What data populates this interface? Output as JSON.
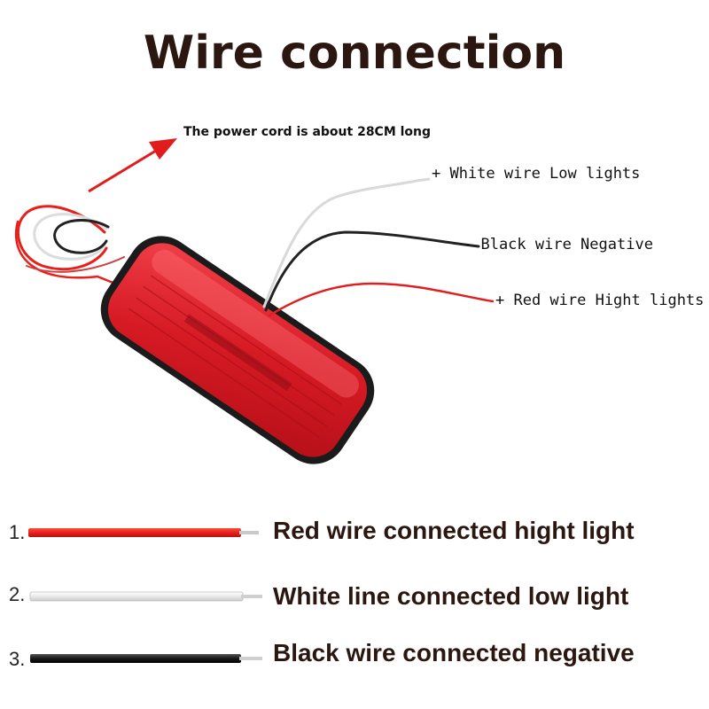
{
  "title": "Wire connection",
  "cord_note": "The power cord is about 28CM long",
  "wire_labels": {
    "white": "+ White wire Low lights",
    "black": "- Black wire Negative",
    "red": "+ Red wire Hight lights"
  },
  "legend": [
    {
      "number": "1.",
      "text": "Red  wire connected  hight  light",
      "color": "#e8201c"
    },
    {
      "number": "2.",
      "text": "White  line  connected  low  light",
      "color": "#eeeeee"
    },
    {
      "number": "3.",
      "text": "Black wire connected  negative",
      "color": "#1a1a1a"
    }
  ]
}
